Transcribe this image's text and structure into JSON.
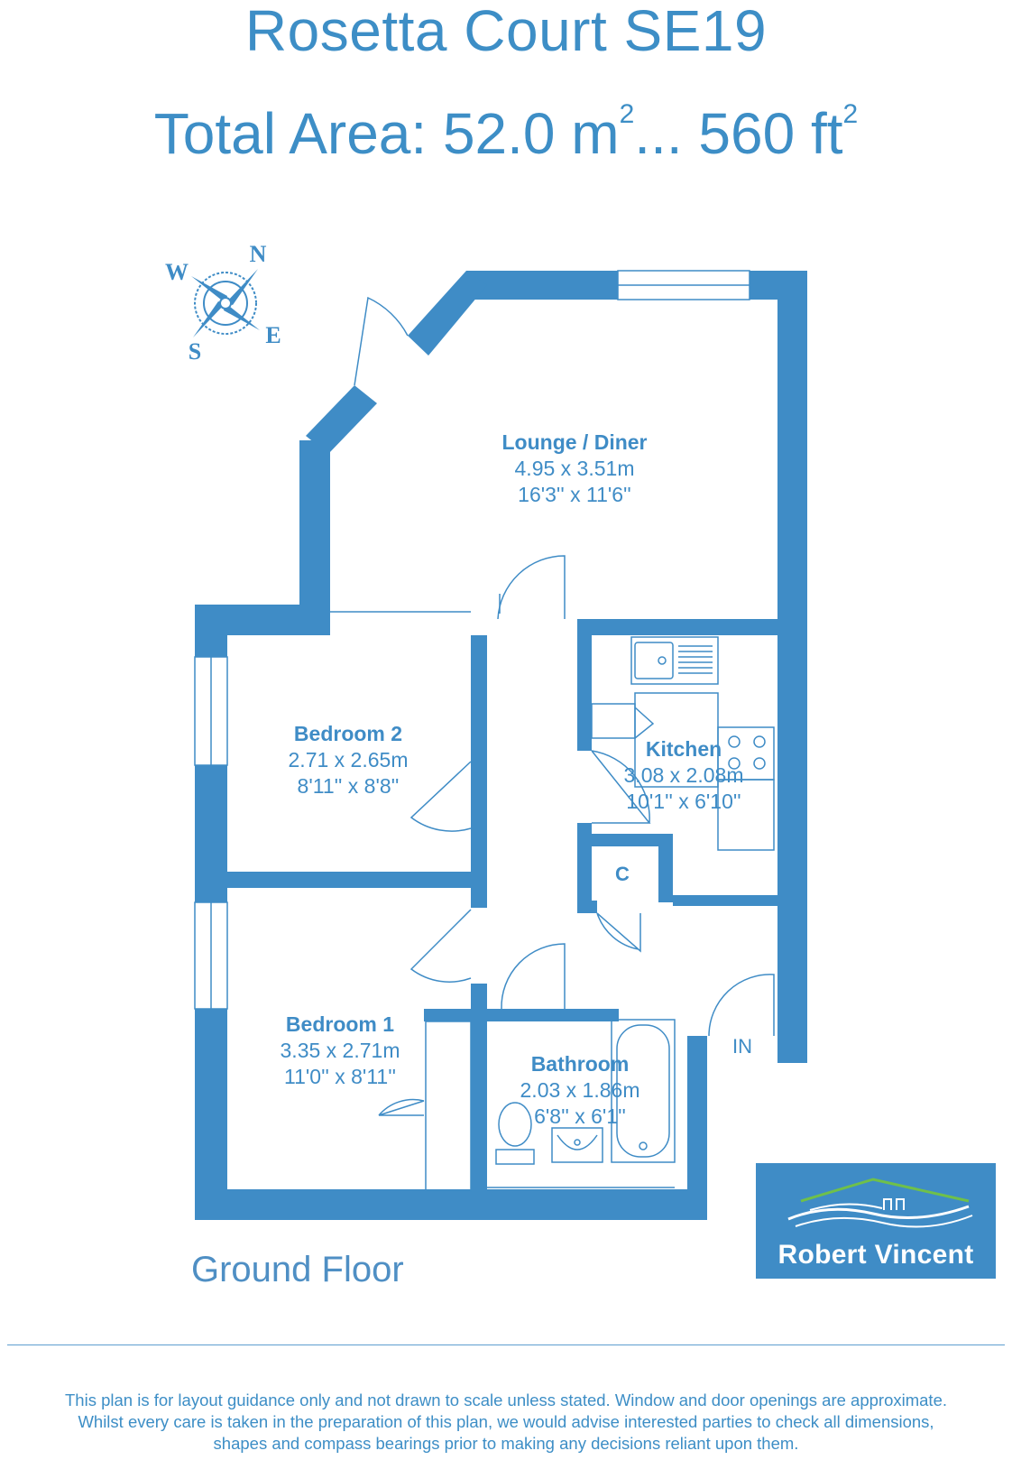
{
  "header": {
    "title": "Rosetta Court SE19",
    "area_prefix": "Total Area: 52.0 m",
    "area_sup_1": "2",
    "area_mid": "... 560 ft",
    "area_sup_2": "2"
  },
  "compass": {
    "n": "N",
    "e": "E",
    "s": "S",
    "w": "W"
  },
  "rooms": {
    "lounge": {
      "name": "Lounge / Diner",
      "metric": "4.95 x 3.51m",
      "imperial": "16'3'' x 11'6''"
    },
    "bedroom2": {
      "name": "Bedroom 2",
      "metric": "2.71 x 2.65m",
      "imperial": "8'11'' x 8'8''"
    },
    "kitchen": {
      "name": "Kitchen",
      "metric": "3.08 x 2.08m",
      "imperial": "10'1'' x 6'10''"
    },
    "bedroom1": {
      "name": "Bedroom 1",
      "metric": "3.35 x 2.71m",
      "imperial": "11'0'' x 8'11''"
    },
    "bathroom": {
      "name": "Bathroom",
      "metric": "2.03 x 1.86m",
      "imperial": "6'8'' x 6'1''"
    },
    "cupboard": {
      "name": "C"
    },
    "entrance": {
      "name": "IN"
    }
  },
  "floor_label": "Ground Floor",
  "logo": {
    "text": "Robert Vincent"
  },
  "disclaimer": {
    "line1": "This plan is for layout guidance only and not drawn to scale unless stated. Window and door openings are approximate.",
    "line2": "Whilst every care is taken in the preparation of this plan, we would advise interested parties to check all dimensions,",
    "line3": "shapes and compass bearings prior to making any decisions reliant upon them."
  },
  "colors": {
    "wall": "#3f8cc6",
    "text": "#3d8ec6",
    "logo_bg": "#3f8cc6",
    "logo_roof": "#6fc04a"
  }
}
